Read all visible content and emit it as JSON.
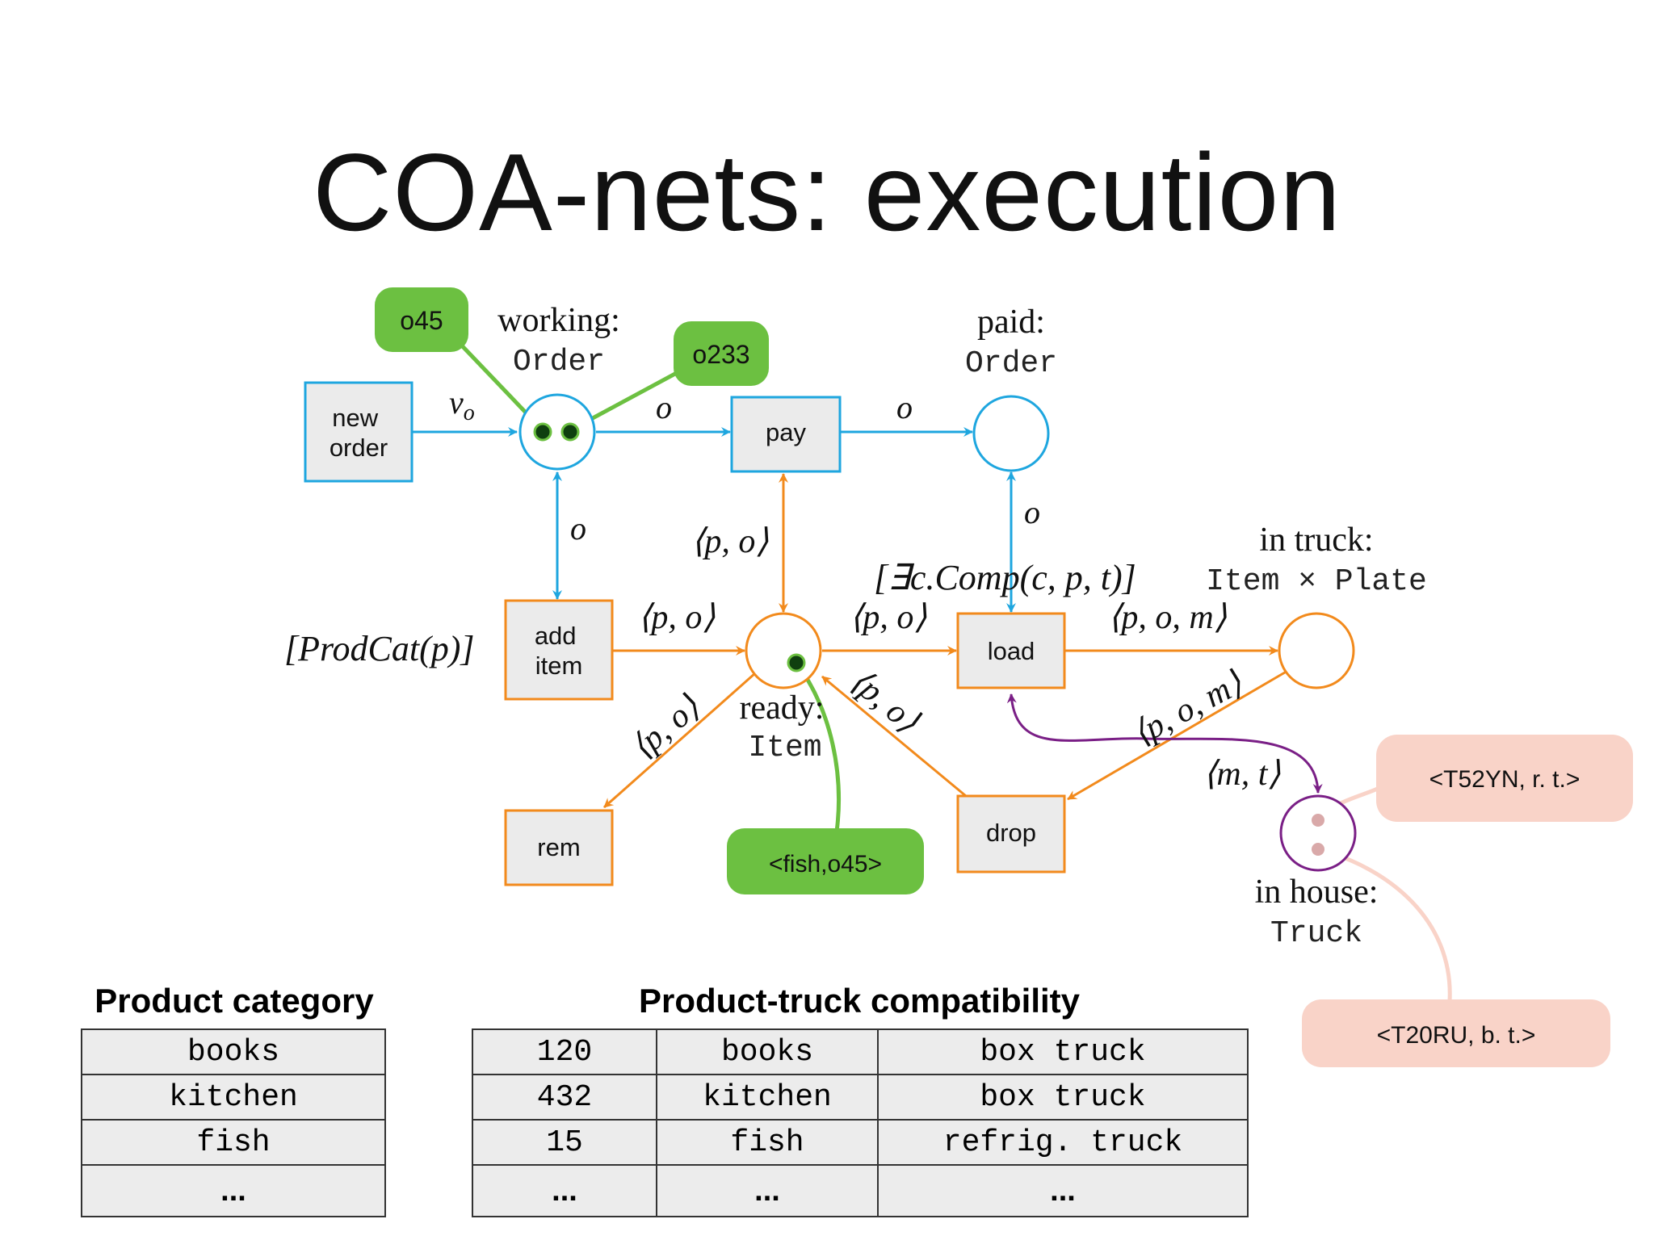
{
  "title": "COA-nets: execution",
  "colors": {
    "blue": "#1ea6df",
    "orange": "#f28a1c",
    "green": "#6cc041",
    "purple": "#7a1f86",
    "pink": "#f9d3c8",
    "box_fill": "#ebebeb"
  },
  "transitions": {
    "new_order": [
      "new",
      "order"
    ],
    "pay": "pay",
    "add_item": [
      "add",
      "item"
    ],
    "load": "load",
    "rem": "rem",
    "drop": "drop"
  },
  "places": {
    "working": {
      "name": "working:",
      "type": "Order"
    },
    "paid": {
      "name": "paid:",
      "type": "Order"
    },
    "ready": {
      "name": "ready:",
      "type": "Item"
    },
    "in_truck": {
      "name": "in truck:",
      "type": "Item × Plate"
    },
    "in_house": {
      "name": "in house:",
      "type": "Truck"
    }
  },
  "arc_labels": {
    "nu_o": "ν",
    "nu_o_sub": "o",
    "o_working_pay": "o",
    "o_pay_paid": "o",
    "o_working_add": "o",
    "o_paid_load": "o",
    "po_pay_ready": "⟨p, o⟩",
    "po_add_ready": "⟨p, o⟩",
    "po_ready_load": "⟨p, o⟩",
    "pom_load_truck": "⟨p, o, m⟩",
    "pom_truck_drop": "⟨p, o, m⟩",
    "po_drop_ready": "⟨p, o⟩",
    "po_ready_rem": "⟨p, o⟩",
    "mt_load_house": "⟨m, t⟩"
  },
  "guards": {
    "add_item": "[ProdCat(p)]",
    "load": "[∃c.Comp(c, p, t)]"
  },
  "tokens": {
    "o45": "o45",
    "o233": "o233",
    "fish_o45": "<fish,o45>",
    "t52yn": "<T52YN, r. t.>",
    "t20ru": "<T20RU, b. t.>"
  },
  "product_category": {
    "title": "Product category",
    "rows": [
      "books",
      "kitchen",
      "fish",
      "..."
    ]
  },
  "compatibility": {
    "title": "Product-truck compatibility",
    "rows": [
      [
        "120",
        "books",
        "box truck"
      ],
      [
        "432",
        "kitchen",
        "box truck"
      ],
      [
        "15",
        "fish",
        "refrig. truck"
      ],
      [
        "...",
        "...",
        "..."
      ]
    ]
  }
}
